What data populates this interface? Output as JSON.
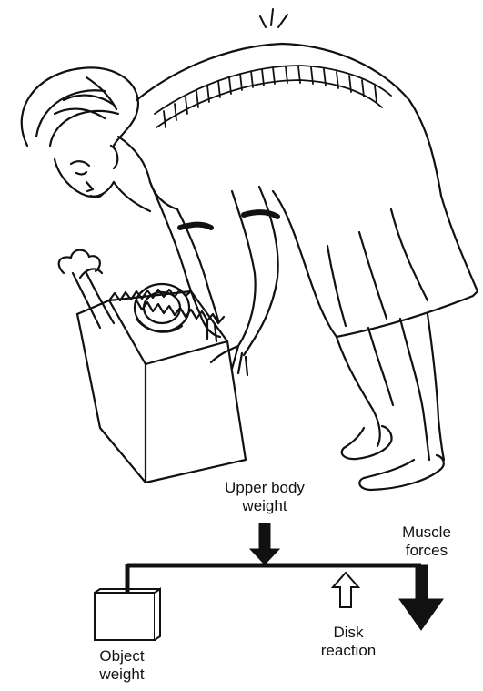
{
  "labels": {
    "upper_body_weight_line1": "Upper body",
    "upper_body_weight_line2": "weight",
    "muscle_forces_line1": "Muscle",
    "muscle_forces_line2": "forces",
    "disk_reaction_line1": "Disk",
    "disk_reaction_line2": "reaction",
    "object_weight_line1": "Object",
    "object_weight_line2": "weight"
  },
  "colors": {
    "ink": "#111111",
    "background": "#ffffff"
  }
}
